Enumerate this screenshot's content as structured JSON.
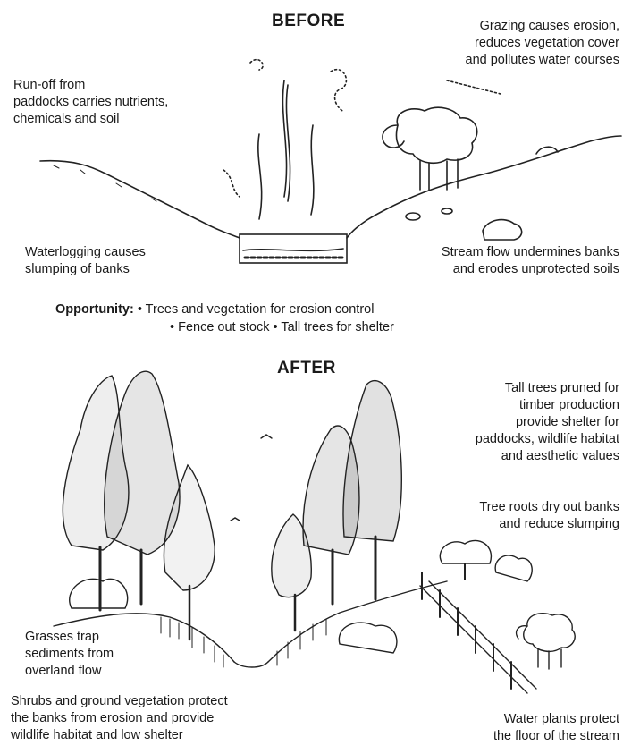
{
  "before": {
    "heading": "BEFORE",
    "labels": {
      "grazing": "Grazing causes erosion,\nreduces vegetation cover\nand pollutes water courses",
      "runoff": "Run-off from\npaddocks carries nutrients,\nchemicals and soil",
      "waterlogging": "Waterlogging causes\nslumping of banks",
      "stream_flow": "Stream flow undermines banks\nand erodes unprotected soils"
    }
  },
  "opportunity": {
    "label": "Opportunity:",
    "line1": "• Trees and vegetation for erosion control",
    "line2": "• Fence out stock  • Tall trees for shelter"
  },
  "after": {
    "heading": "AFTER",
    "labels": {
      "tall_trees": "Tall trees pruned for\ntimber production\nprovide shelter for\npaddocks, wildlife habitat\nand aesthetic values",
      "tree_roots": "Tree roots dry out banks\nand reduce slumping",
      "grasses": "Grasses trap\nsediments from\noverland flow",
      "shrubs": "Shrubs and ground vegetation protect\nthe banks from erosion and provide\nwildlife habitat and low shelter",
      "water_plants": "Water plants protect\nthe floor of the stream"
    }
  }
}
